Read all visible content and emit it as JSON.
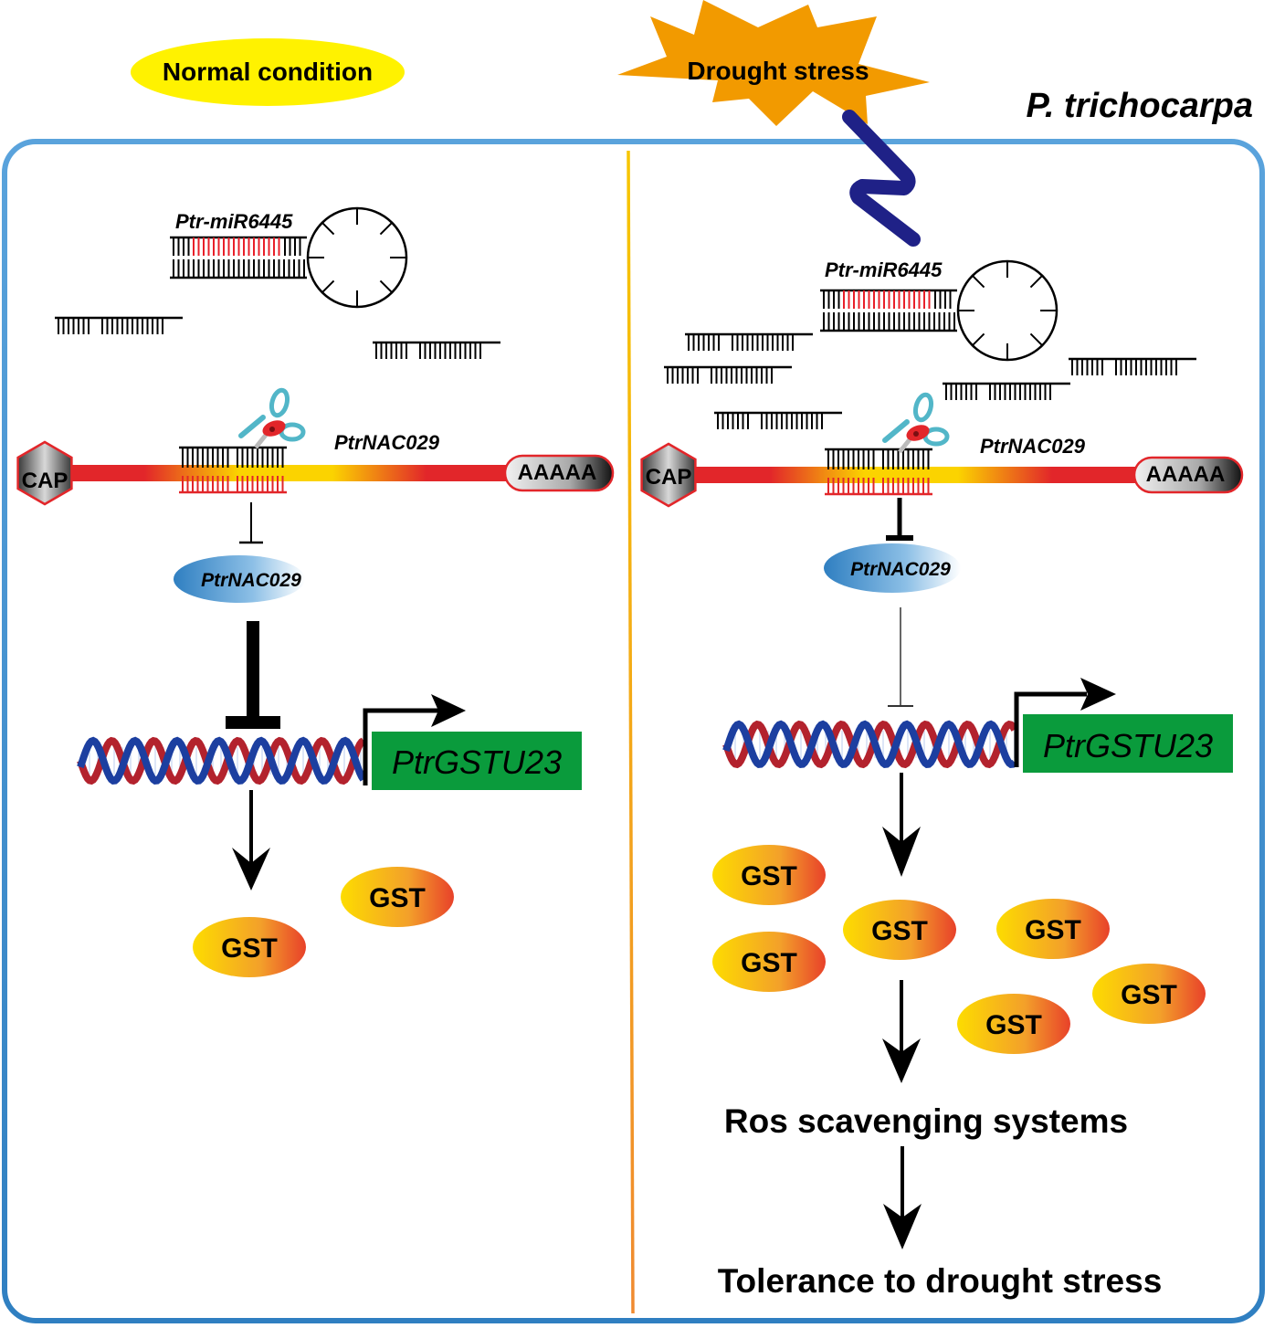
{
  "header": {
    "normal_condition": "Normal condition",
    "drought_stress": "Drought stress",
    "species": "P. trichocarpa"
  },
  "colors": {
    "frame_blue": "#3a8dd0",
    "divider_top": "#f7c600",
    "divider_bottom": "#f08a30",
    "normal_badge": "#fff200",
    "drought_burst": "#f29a00",
    "lightning": "#1f2187",
    "mirna_highlight": "#e8202a",
    "gene_box": "#0a9b3c",
    "nac_blue": "#2f7fc1",
    "gst_yellow": "#fddc00",
    "gst_red": "#e8412a"
  },
  "left_panel": {
    "mirna_label": "Ptr-miR6445",
    "target_gene_label": "PtrNAC029",
    "cap_label": "CAP",
    "polya_label": "AAAAA",
    "protein_label": "PtrNAC029",
    "gene_label": "PtrGSTU23",
    "products": [
      "GST",
      "GST"
    ]
  },
  "right_panel": {
    "mirna_label": "Ptr-miR6445",
    "target_gene_label": "PtrNAC029",
    "cap_label": "CAP",
    "polya_label": "AAAAA",
    "protein_label": "PtrNAC029",
    "gene_label": "PtrGSTU23",
    "products": [
      "GST",
      "GST",
      "GST",
      "GST",
      "GST",
      "GST"
    ],
    "outcome_1": "Ros scavenging systems",
    "outcome_2": "Tolerance to drought stress"
  }
}
